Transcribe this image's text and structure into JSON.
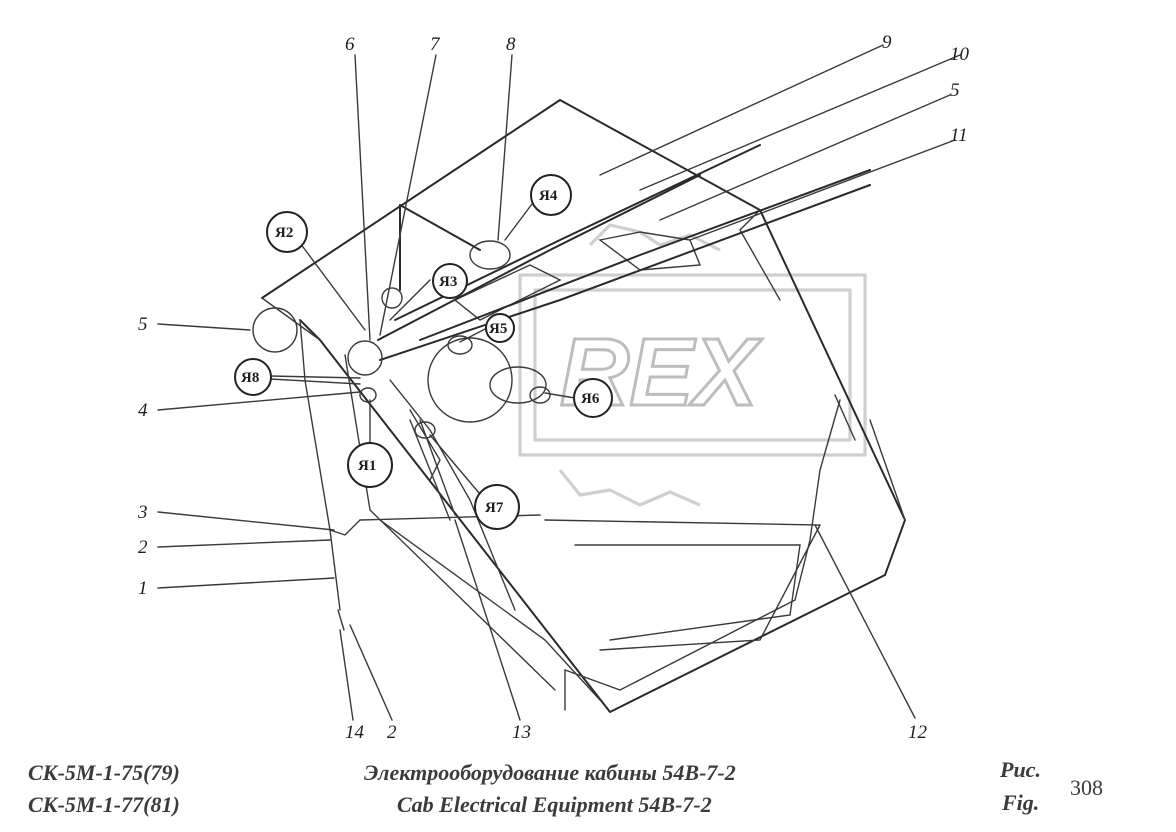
{
  "callouts": {
    "c1": "1",
    "c2a": "2",
    "c2b": "2",
    "c3": "3",
    "c4": "4",
    "c5a": "5",
    "c5b": "5",
    "c6": "6",
    "c7": "7",
    "c8": "8",
    "c9": "9",
    "c10": "10",
    "c11": "11",
    "c12": "12",
    "c13": "13",
    "c14": "14"
  },
  "connectors": {
    "ya1": "Я1",
    "ya2": "Я2",
    "ya3": "Я3",
    "ya4": "Я4",
    "ya5": "Я5",
    "ya6": "Я6",
    "ya7": "Я7",
    "ya8": "Я8"
  },
  "watermark": {
    "text": "REX"
  },
  "footer": {
    "model_1": "СК-5М-1-75(79)",
    "model_2": "СК-5М-1-77(81)",
    "title_ru": "Электрооборудование кабины  54В-7-2",
    "title_en": "Cab Electrical Equipment  54В-7-2",
    "fig_ru": "Рис.",
    "fig_en": "Fig.",
    "fig_number": "308"
  },
  "colors": {
    "ink": "#2a2a2a",
    "watermark": "#cfcfcf",
    "footer_text": "#3b3b3b"
  }
}
